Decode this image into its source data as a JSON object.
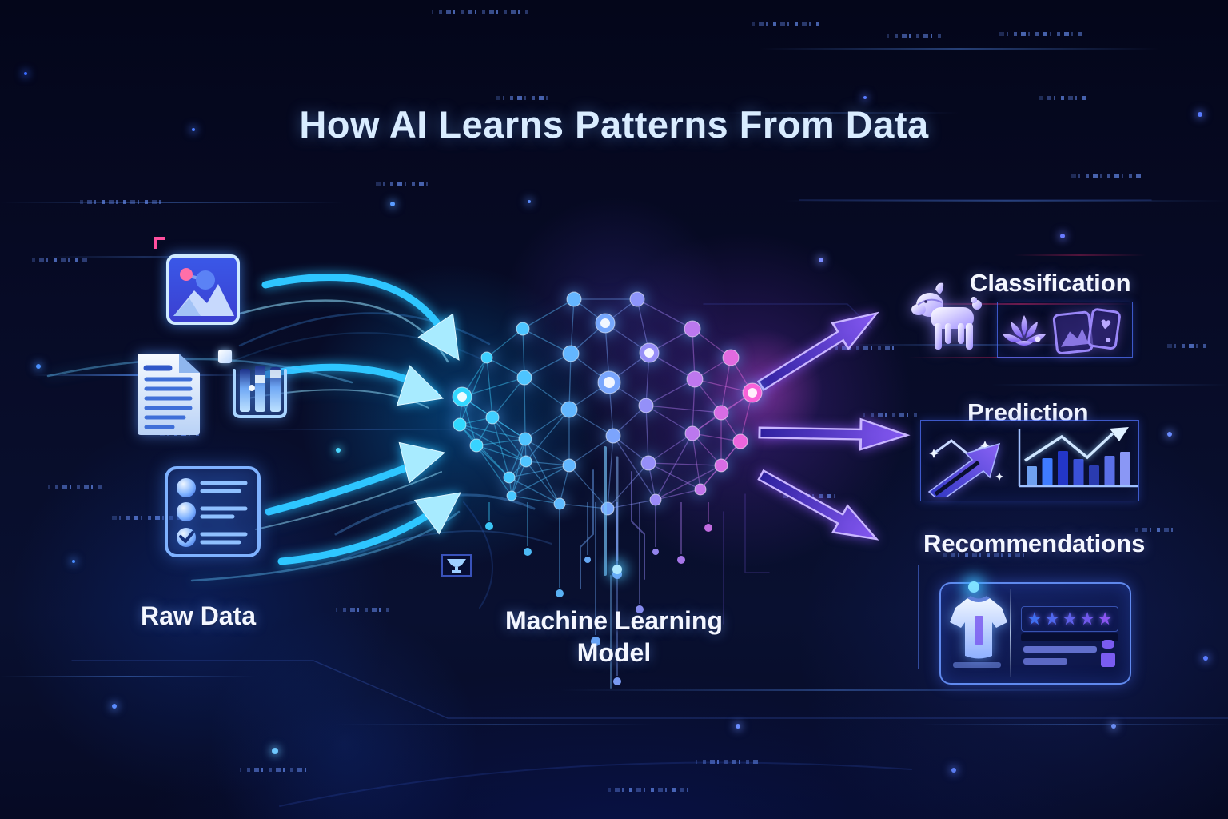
{
  "title": "How AI Learns Patterns From Data",
  "input_stage": {
    "label": "Raw Data",
    "icons": [
      "image-icon",
      "document-icon",
      "bar-chart-icon",
      "checklist-icon"
    ]
  },
  "model_stage": {
    "label": "Machine Learning Model",
    "label_lines": [
      "Machine Learning",
      "Model"
    ]
  },
  "output_stage": {
    "items": [
      {
        "label": "Classification",
        "icons": [
          "dog-icon",
          "lotus-icon",
          "photo-cards-icon"
        ]
      },
      {
        "label": "Prediction",
        "icons": [
          "trend-arrow-icon",
          "bar-chart-trend-icon"
        ]
      },
      {
        "label": "Recommendations",
        "icons": [
          "tshirt-icon",
          "star-rating-icon"
        ],
        "stars": 5
      }
    ]
  },
  "colors": {
    "background": "#070b26",
    "title_text": "#d9ecff",
    "label_text": "#f4f7ff",
    "input_arrows": "#2ec6ff",
    "output_arrows": "#7a55f0",
    "node_cyan": "#2fd9ff",
    "node_magenta": "#ff5fd6",
    "box_outline": "#5073ff",
    "accent_pink": "#ff4f9e"
  },
  "illustration": {
    "brain_nodes": [
      [
        718,
        374,
        9
      ],
      [
        797,
        374,
        9
      ],
      [
        654,
        411,
        8
      ],
      [
        757,
        404,
        12
      ],
      [
        866,
        411,
        10
      ],
      [
        609,
        447,
        7
      ],
      [
        714,
        442,
        10
      ],
      [
        812,
        441,
        12
      ],
      [
        914,
        447,
        10
      ],
      [
        578,
        496,
        12
      ],
      [
        656,
        472,
        9
      ],
      [
        762,
        478,
        14
      ],
      [
        869,
        474,
        10
      ],
      [
        941,
        491,
        12
      ],
      [
        575,
        531,
        8
      ],
      [
        616,
        522,
        8
      ],
      [
        712,
        512,
        10
      ],
      [
        808,
        507,
        9
      ],
      [
        902,
        516,
        9
      ],
      [
        596,
        557,
        8
      ],
      [
        657,
        549,
        8
      ],
      [
        767,
        545,
        9
      ],
      [
        866,
        542,
        9
      ],
      [
        926,
        552,
        9
      ],
      [
        637,
        597,
        7
      ],
      [
        658,
        577,
        7
      ],
      [
        712,
        582,
        8
      ],
      [
        811,
        579,
        9
      ],
      [
        902,
        582,
        8
      ],
      [
        640,
        620,
        6
      ],
      [
        700,
        630,
        7
      ],
      [
        760,
        636,
        8
      ],
      [
        820,
        625,
        7
      ],
      [
        876,
        612,
        7
      ]
    ],
    "hanging_nodes": [
      [
        612,
        658,
        5
      ],
      [
        660,
        690,
        5
      ],
      [
        700,
        742,
        5
      ],
      [
        745,
        802,
        6
      ],
      [
        772,
        852,
        5
      ],
      [
        800,
        762,
        5
      ],
      [
        852,
        700,
        5
      ],
      [
        886,
        660,
        5
      ],
      [
        772,
        718,
        6
      ],
      [
        735,
        700,
        4
      ],
      [
        820,
        690,
        4
      ]
    ],
    "prediction_bars": [
      24,
      34,
      43,
      33,
      25,
      37,
      42
    ],
    "prediction_bar_colors": [
      "#6fa0f0",
      "#3f7bff",
      "#2336c8",
      "#3a50d8",
      "#2a3bb0",
      "#5a6fe8",
      "#8a97f5"
    ],
    "star_colors": [
      "#3f6ff0",
      "#4f68ee",
      "#5f60ea",
      "#7158ec",
      "#8a55f0"
    ]
  }
}
